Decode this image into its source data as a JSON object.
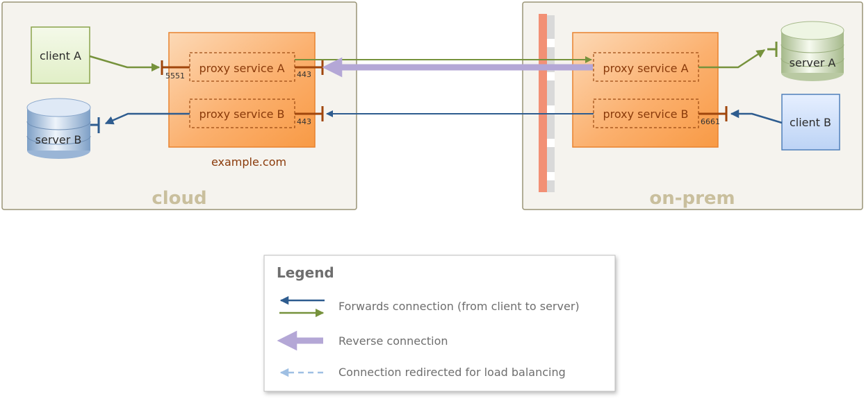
{
  "zones": {
    "cloud": "cloud",
    "on_prem": "on-prem"
  },
  "cloud": {
    "client": "client A",
    "server": "server B",
    "proxy_a": "proxy service A",
    "proxy_b": "proxy service B",
    "port_in": "5551",
    "port_a_out": "443",
    "port_b_out": "443",
    "domain": "example.com"
  },
  "on_prem": {
    "proxy_a": "proxy service A",
    "proxy_b": "proxy service B",
    "server": "server A",
    "client": "client B",
    "port_in": "6661"
  },
  "legend": {
    "title": "Legend",
    "items": [
      "Forwards connection (from client to server)",
      "Reverse connection",
      "Connection redirected for load balancing"
    ]
  },
  "colors": {
    "forward_green": "#76923c",
    "forward_blue": "#2e5c8f",
    "reverse": "#b4a7d6",
    "redirect": "#9fbfe3",
    "proxy_fill": "#fbb06e",
    "port_bar": "#a0460c",
    "firewall": "#f29075"
  }
}
